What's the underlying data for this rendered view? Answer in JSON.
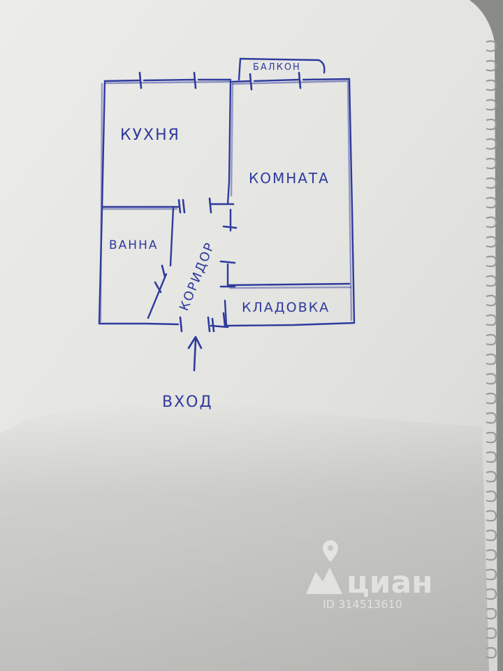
{
  "plan": {
    "rooms": {
      "kitchen": "КУХНЯ",
      "room": "КОМНАТА",
      "bath": "ВАННА",
      "corridor": "КОРИДОР",
      "storage": "КЛАДОВКА",
      "balcony": "БАЛКОН"
    },
    "entrance": "ВХОД"
  },
  "watermark": {
    "brand": "циан",
    "id": "ID 314513610"
  },
  "colors": {
    "ink": "#2e3a9c",
    "paper": "#e9e9e6"
  }
}
